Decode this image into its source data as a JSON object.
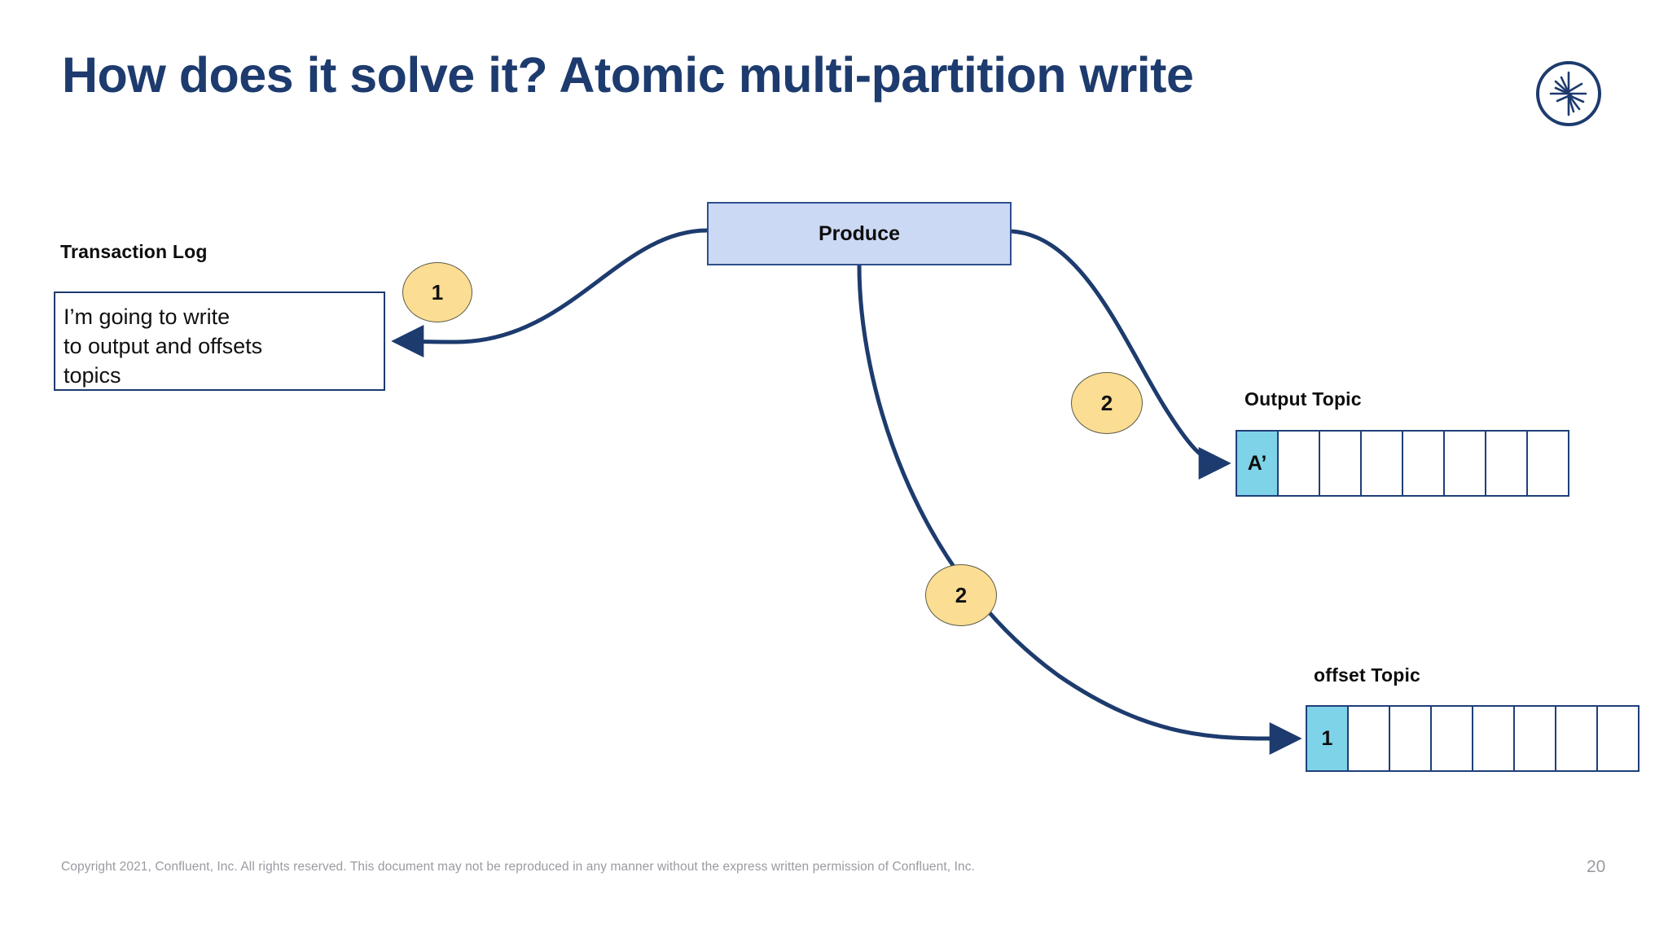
{
  "slide": {
    "title": "How does it solve it? Atomic multi-partition write",
    "logo_icon": "confluent-starburst-logo"
  },
  "transaction_log": {
    "caption": "Transaction Log",
    "message": "I’m going to write\nto output and offsets\ntopics"
  },
  "producer": {
    "label": "Produce"
  },
  "badges": {
    "step_one": "1",
    "step_two_output": "2",
    "step_two_offset": "2"
  },
  "topics": [
    {
      "caption": "Output Topic",
      "cells": [
        "A’",
        "",
        "",
        "",
        "",
        "",
        "",
        ""
      ],
      "filled_index": 0,
      "fill_color": "#7fd3e8"
    },
    {
      "caption": "offset Topic",
      "cells": [
        "1",
        "",
        "",
        "",
        "",
        "",
        "",
        ""
      ],
      "filled_index": 0,
      "fill_color": "#7fd3e8"
    }
  ],
  "colors": {
    "title_blue": "#1d3b6e",
    "produce_fill": "#ccd9f4",
    "produce_border": "#2f4f8f",
    "badge_yellow": "#fbdd93",
    "connector_blue": "#1d3b6e",
    "cell_border": "#1f3f78"
  },
  "footer": {
    "copyright": "Copyright 2021, Confluent, Inc. All rights reserved. This document may not be reproduced in any manner without the express written permission of Confluent, Inc.",
    "page_number": "20"
  }
}
